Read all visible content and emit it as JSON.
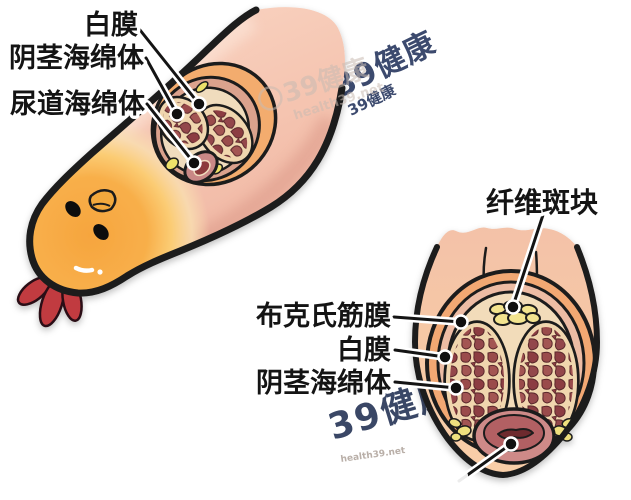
{
  "figure": {
    "background": "#FFFFFF",
    "top_view": {
      "labels": [
        {
          "id": "tunica-albuginea",
          "text": "白膜"
        },
        {
          "id": "corpus-cavernosum",
          "text": "阴茎海绵体"
        },
        {
          "id": "corpus-spongiosum",
          "text": "尿道海绵体"
        }
      ]
    },
    "bottom_view": {
      "labels": [
        {
          "id": "fibrous-plaque",
          "text": "纤维斑块"
        },
        {
          "id": "bucks-fascia",
          "text": "布克氏筋膜"
        },
        {
          "id": "tunica-albuginea",
          "text": "白膜"
        },
        {
          "id": "corpus-cavernosum",
          "text": "阴茎海绵体"
        }
      ]
    },
    "watermark": {
      "brand": "39健康",
      "url": "health39.net"
    },
    "colors": {
      "outline": "#1C1C1C",
      "skin_top_view": "#F5C4B0",
      "skin_bottom_view": "#F6C8A5",
      "glans_orange": "#F6A53E",
      "comb_red": "#C13B3F",
      "fascia_orange": "#F2A873",
      "layer_pink": "#EDBCA4",
      "membrane_cream": "#F0D6AE",
      "cavernosum_red": "#9A4B4C",
      "plaque_yellow": "#F3E48F",
      "spongiosum_pink": "#CE8A88",
      "watermark_navy": "#3C4A6E",
      "watermark_gray": "#C9BBB2"
    }
  }
}
